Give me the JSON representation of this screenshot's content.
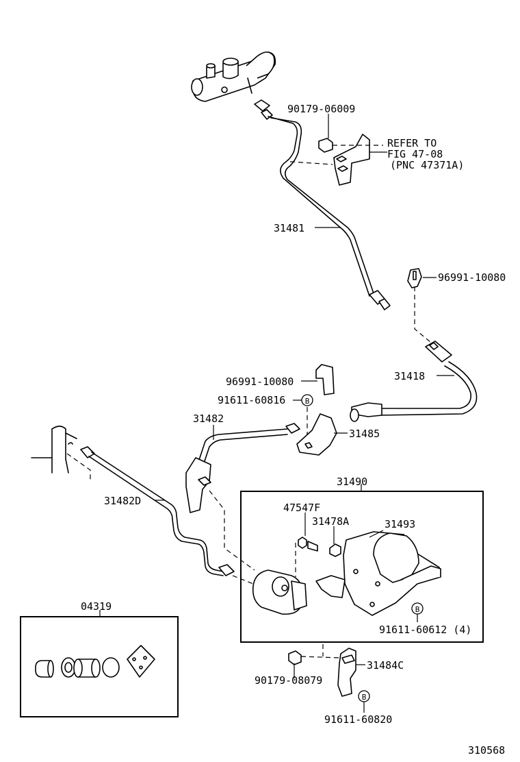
{
  "diagram": {
    "page_code": "310568",
    "refer_note": {
      "line1": "REFER TO",
      "line2": "FIG 47-08",
      "line3": "(PNC 47371A)"
    },
    "circle_symbol": "B",
    "callouts": {
      "p_90179_06009": "90179-06009",
      "p_31481": "31481",
      "p_96991_10080_top": "96991-10080",
      "p_31418": "31418",
      "p_96991_10080_mid": "96991-10080",
      "p_91611_60816": "91611-60816",
      "p_31482": "31482",
      "p_31485": "31485",
      "p_31482D": "31482D",
      "p_31490": "31490",
      "p_47547F": "47547F",
      "p_31478A": "31478A",
      "p_31493": "31493",
      "p_91611_60612": "91611-60612 (4)",
      "p_04319": "04319",
      "p_90179_08079": "90179-08079",
      "p_31484C": "31484C",
      "p_91611_60820": "91611-60820"
    }
  }
}
